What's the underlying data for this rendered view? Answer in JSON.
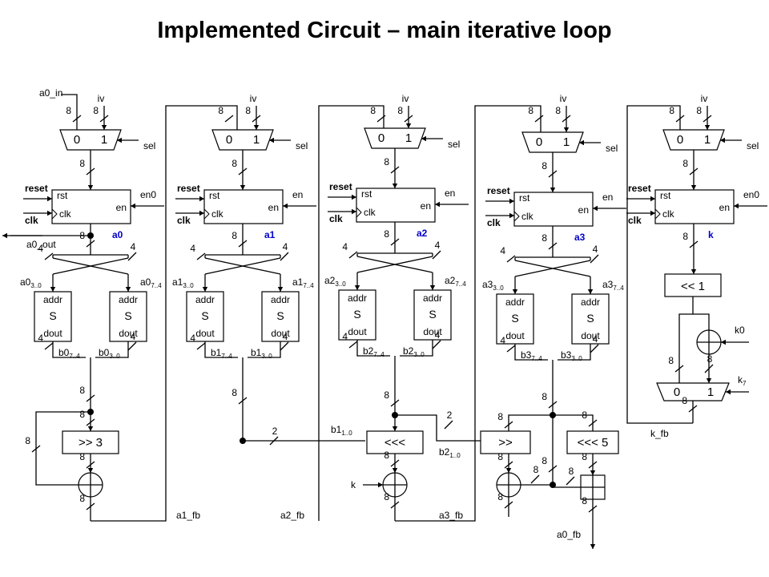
{
  "title": "Implemented Circuit – main iterative loop",
  "common": {
    "iv": "iv",
    "sel": "sel",
    "reset": "reset",
    "rst": "rst",
    "clk": "clk",
    "en": "en",
    "mux_in0": "0",
    "mux_in1": "1",
    "w8": "8",
    "w4": "4",
    "w2": "2",
    "addr": "addr",
    "sbox": "S",
    "dout": "dout"
  },
  "slices": [
    {
      "reg": "a0",
      "en": "en0",
      "lo": "a0",
      "lo_sub": "3..0",
      "hi": "a0",
      "hi_sub": "7..4",
      "blo": "b0",
      "blo_sub": "7..4",
      "bhi": "b0",
      "bhi_sub": "3..0"
    },
    {
      "reg": "a1",
      "en": "en",
      "lo": "a1",
      "lo_sub": "3..0",
      "hi": "a1",
      "hi_sub": "7..4",
      "blo": "b1",
      "blo_sub": "7..4",
      "bhi": "b1",
      "bhi_sub": "3..0"
    },
    {
      "reg": "a2",
      "en": "en",
      "lo": "a2",
      "lo_sub": "3..0",
      "hi": "a2",
      "hi_sub": "7..4",
      "blo": "b2",
      "blo_sub": "7..4",
      "bhi": "b2",
      "bhi_sub": "3..0"
    },
    {
      "reg": "a3",
      "en": "en",
      "lo": "a3",
      "lo_sub": "3..0",
      "hi": "a3",
      "hi_sub": "7..4",
      "blo": "b3",
      "blo_sub": "7..4",
      "bhi": "b3",
      "bhi_sub": "3..0"
    }
  ],
  "key_slice": {
    "reg": "k",
    "en": "en0",
    "shift": "<< 1",
    "k0": "k0",
    "k7": "k",
    "k7_sub": "7",
    "fb": "k_fb"
  },
  "io": {
    "a0_in": "a0_in",
    "a0_out": "a0_out"
  },
  "ops": {
    "shr3": ">> 3",
    "rot": "<<<",
    "shr": ">>",
    "rot5": "<<< 5",
    "k": "k"
  },
  "feedback": {
    "a1_fb": "a1_fb",
    "a2_fb": "a2_fb",
    "a3_fb": "a3_fb",
    "a0_fb": "a0_fb"
  },
  "mids": {
    "b1": "b1",
    "b1_sub": "1..0",
    "b2": "b2",
    "b2_sub": "1..0"
  }
}
